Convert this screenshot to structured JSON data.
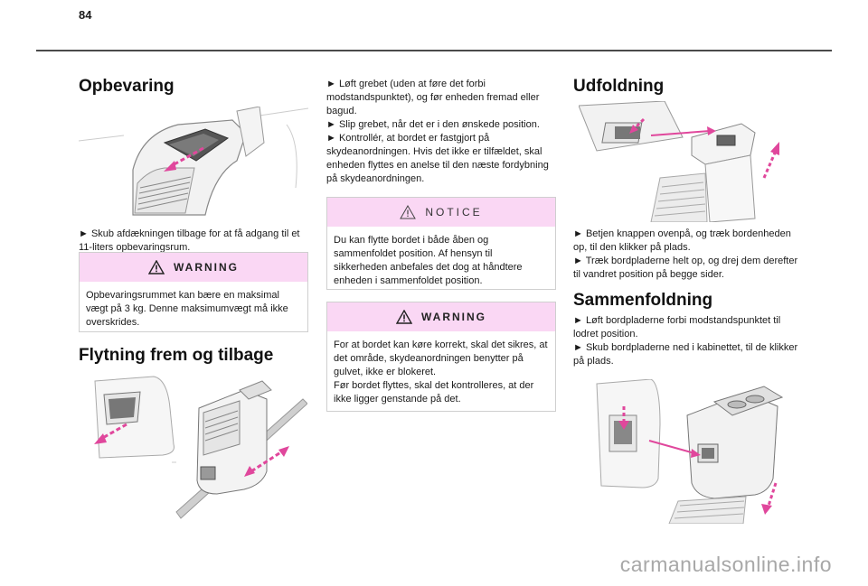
{
  "page": {
    "number": "84"
  },
  "storage": {
    "title": "Opbevaring",
    "step": "► Skub afdækningen tilbage for at få adgang til et 11-liters opbevaringsrum.",
    "warning": {
      "label": "WARNING",
      "text": "Opbevaringsrummet kan bære en maksimal vægt på 3 kg. Denne maksimumvægt må ikke overskrides."
    }
  },
  "move": {
    "title": "Flytning frem og tilbage",
    "steps": [
      "► Løft grebet (uden at føre det forbi modstandspunktet), og før enheden fremad eller bagud.",
      "► Slip grebet, når det er i den ønskede position.",
      "► Kontrollér, at bordet er fastgjort på skydeanordningen. Hvis det ikke er tilfældet, skal enheden flyttes en anelse til den næste fordybning på skydeanordningen."
    ],
    "notice": {
      "label": "NOTICE",
      "text": "Du kan flytte bordet i både åben og sammenfoldet position. Af hensyn til sikkerheden anbefales det dog at håndtere enheden i sammenfoldet position."
    },
    "warning": {
      "label": "WARNING",
      "text1": "For at bordet kan køre korrekt, skal det sikres, at det område, skydeanordningen benytter på gulvet, ikke er blokeret.",
      "text2": "Før bordet flyttes, skal det kontrolleres, at der ikke ligger genstande på det."
    }
  },
  "unfold": {
    "title": "Udfoldning",
    "steps": [
      "► Betjen knappen ovenpå, og træk bordenheden op, til den klikker på plads.",
      "► Træk bordpladerne helt op, og drej dem derefter til vandret position på begge sider."
    ]
  },
  "fold": {
    "title": "Sammenfoldning",
    "steps": [
      "► Løft bordpladerne forbi modstandspunktet til lodret position.",
      "► Skub bordpladerne ned i kabinettet, til de klikker på plads."
    ]
  },
  "watermark": "carmanualsonline.info",
  "colors": {
    "callout_header": "#fad7f4",
    "arrow": "#e0479c",
    "rule": "#4a4a4a"
  }
}
